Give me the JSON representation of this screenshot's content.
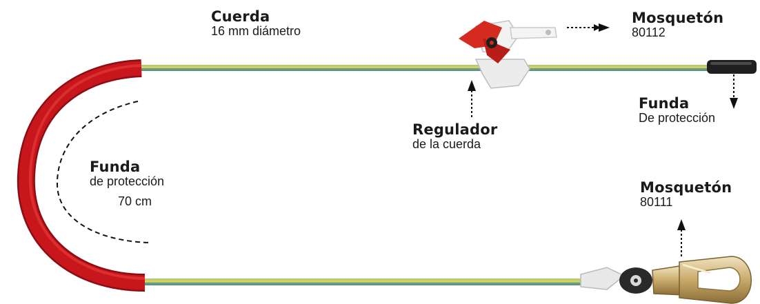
{
  "labels": {
    "cuerda": {
      "title": "Cuerda",
      "sub": "16 mm diámetro"
    },
    "mosqueton_top": {
      "title": "Mosquetón",
      "sub": "80112"
    },
    "funda_right": {
      "title": "Funda",
      "sub": "De protección"
    },
    "regulador": {
      "title": "Regulador",
      "sub": "de la cuerda"
    },
    "funda_left": {
      "title": "Funda",
      "sub": "de protección",
      "sub2": "70 cm"
    },
    "mosqueton_bottom": {
      "title": "Mosquetón",
      "sub": "80111"
    }
  },
  "colors": {
    "rope_green": "#7fb07a",
    "rope_yellow": "#d8cf55",
    "sleeve_red": "#c8161d",
    "sleeve_black": "#1f1f1f",
    "metal": "#c9b27a",
    "regulator_red": "#d42a1f",
    "arrow": "#111111"
  },
  "icons": [
    "carabiner-icon",
    "swivel-icon",
    "rope-regulator-icon",
    "arrow-right-icon",
    "arrow-down-icon",
    "arrow-up-icon"
  ]
}
